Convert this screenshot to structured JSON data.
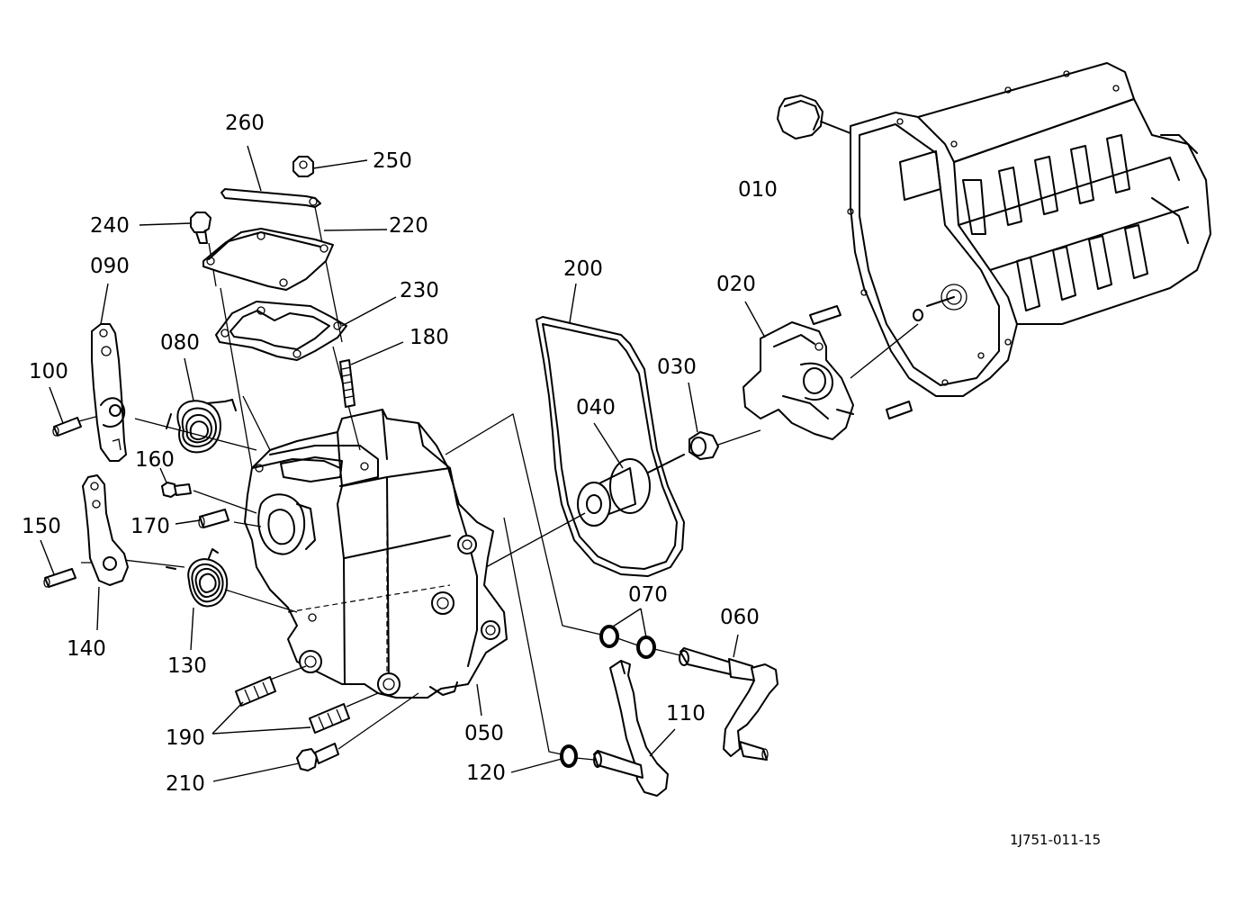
{
  "figure": {
    "reference_code": "1J751-011-15"
  },
  "callouts": [
    {
      "id": "c010",
      "label": "010"
    },
    {
      "id": "c020",
      "label": "020"
    },
    {
      "id": "c030",
      "label": "030"
    },
    {
      "id": "c040",
      "label": "040"
    },
    {
      "id": "c050",
      "label": "050"
    },
    {
      "id": "c060",
      "label": "060"
    },
    {
      "id": "c070",
      "label": "070"
    },
    {
      "id": "c080",
      "label": "080"
    },
    {
      "id": "c090",
      "label": "090"
    },
    {
      "id": "c100",
      "label": "100"
    },
    {
      "id": "c110",
      "label": "110"
    },
    {
      "id": "c120",
      "label": "120"
    },
    {
      "id": "c130",
      "label": "130"
    },
    {
      "id": "c140",
      "label": "140"
    },
    {
      "id": "c150",
      "label": "150"
    },
    {
      "id": "c160",
      "label": "160"
    },
    {
      "id": "c170",
      "label": "170"
    },
    {
      "id": "c180",
      "label": "180"
    },
    {
      "id": "c190",
      "label": "190"
    },
    {
      "id": "c200",
      "label": "200"
    },
    {
      "id": "c210",
      "label": "210"
    },
    {
      "id": "c220",
      "label": "220"
    },
    {
      "id": "c230",
      "label": "230"
    },
    {
      "id": "c240",
      "label": "240"
    },
    {
      "id": "c250",
      "label": "250"
    },
    {
      "id": "c260",
      "label": "260"
    }
  ],
  "colors": {
    "ink": "#000000",
    "paper": "#ffffff"
  }
}
